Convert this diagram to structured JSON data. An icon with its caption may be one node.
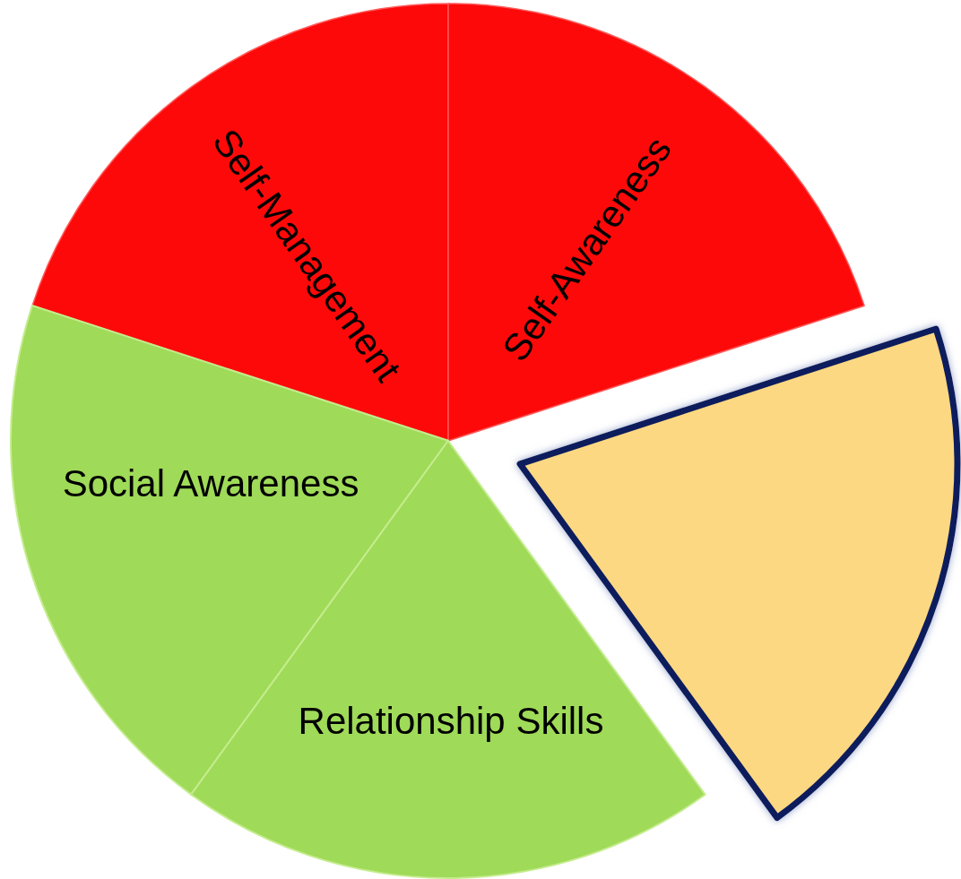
{
  "diagram": {
    "nodes": [
      {
        "text": [
          "Self-Management"
        ]
      },
      {
        "text": [
          "Self-Awareness"
        ]
      },
      {
        "text": [],
        "shape": "wedge"
      },
      {
        "text": [
          "Social Awareness"
        ]
      },
      {
        "text": [
          "Relationship Skills"
        ]
      }
    ]
  }
}
